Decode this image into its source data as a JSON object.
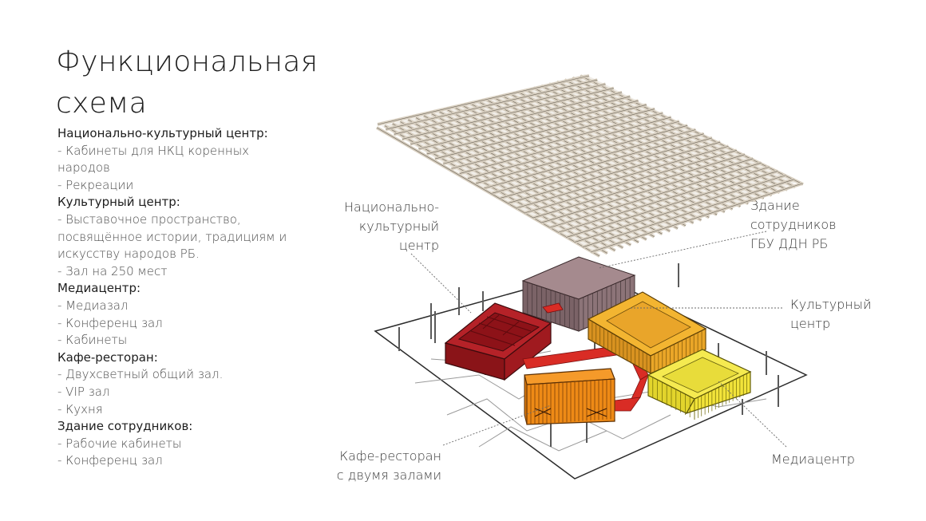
{
  "title_lines": [
    "Функциональная",
    "схема"
  ],
  "legend": [
    {
      "kind": "head",
      "text": "Национально-культурный центр:"
    },
    {
      "kind": "item",
      "text": "- Кабинеты для НКЦ коренных"
    },
    {
      "kind": "item",
      "text": "народов"
    },
    {
      "kind": "item",
      "text": "- Рекреации"
    },
    {
      "kind": "head",
      "text": " Культурный центр:"
    },
    {
      "kind": "item",
      "text": "- Выставочное пространство,"
    },
    {
      "kind": "item",
      "text": "посвящённое истории, традициям и"
    },
    {
      "kind": "item",
      "text": "искусству народов РБ."
    },
    {
      "kind": "item",
      "text": "-     Зал на 250 мест"
    },
    {
      "kind": "head",
      "text": "Медиацентр:"
    },
    {
      "kind": "item",
      "text": "- Медиазал"
    },
    {
      "kind": "item",
      "text": "- Конференц зал"
    },
    {
      "kind": "item",
      "text": "- Кабинеты"
    },
    {
      "kind": "head",
      "text": "Кафе-ресторан:"
    },
    {
      "kind": "item",
      "text": "- Двухсветный общий зал."
    },
    {
      "kind": "item",
      "text": "- VIP зал"
    },
    {
      "kind": "item",
      "text": "- Кухня"
    },
    {
      "kind": "head",
      "text": "Здание сотрудников:"
    },
    {
      "kind": "item",
      "text": "- Рабочие кабинеты"
    },
    {
      "kind": "item",
      "text": "- Конференц зал"
    }
  ],
  "callouts": {
    "nkc": [
      "Национально-",
      "культурный",
      "центр"
    ],
    "staff": [
      "Здание",
      "сотрудников",
      "ГБУ ДДН РБ"
    ],
    "culture": [
      "Культурный",
      "центр"
    ],
    "cafe": [
      "Кафе-ресторан",
      "с двумя залами"
    ],
    "media": [
      "Медиацентр"
    ]
  },
  "colors": {
    "roof_fill": "#d8cfc0",
    "roof_line": "#6b6459",
    "nkc": "#a01a1f",
    "staff": "#8c7478",
    "culture": "#f3b531",
    "cafe": "#ee8a16",
    "media": "#f2e33a",
    "bridge": "#d92c25"
  }
}
